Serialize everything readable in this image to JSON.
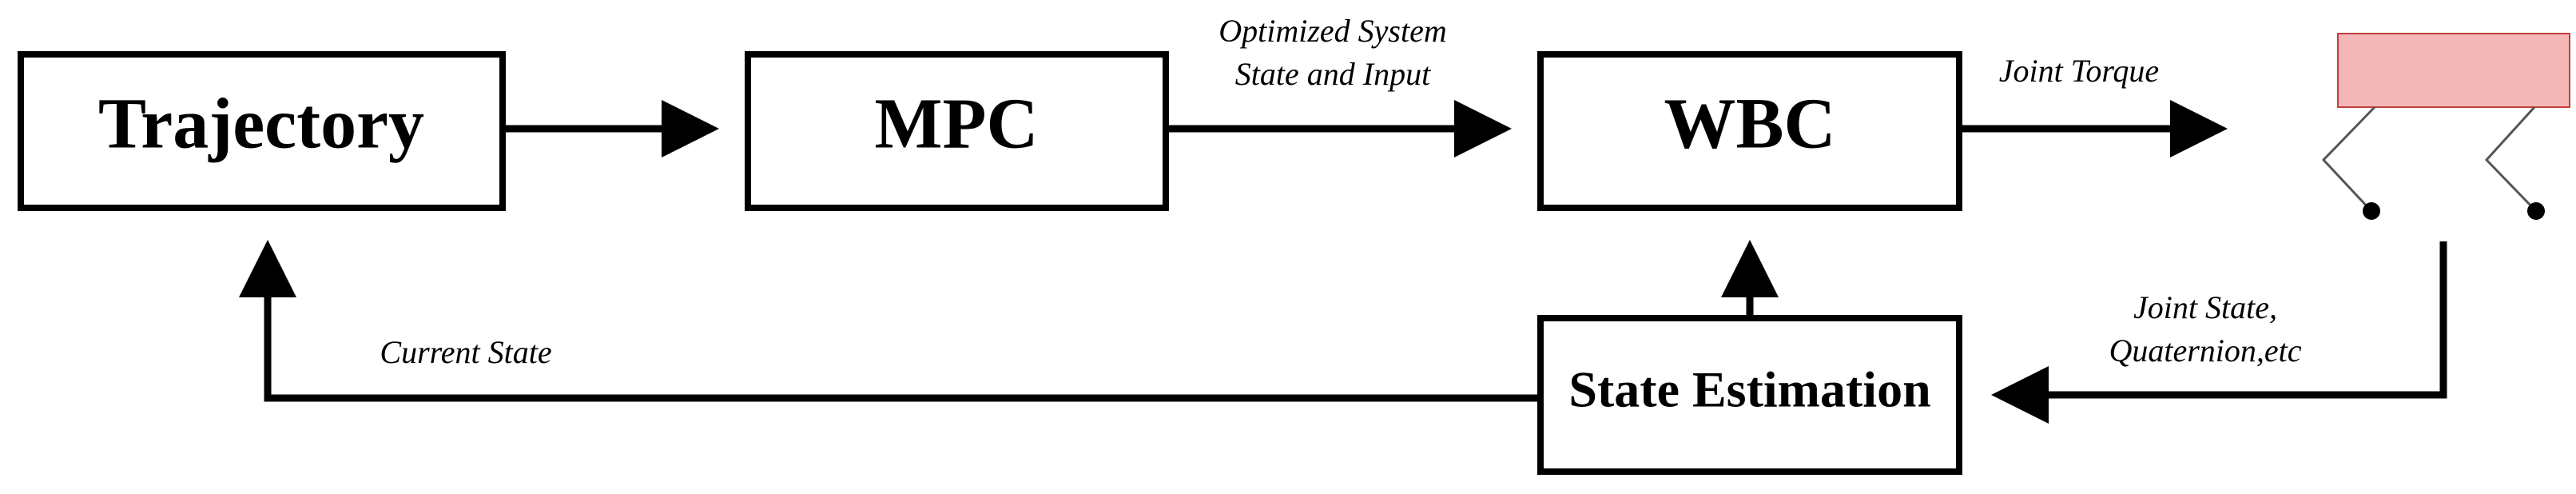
{
  "blocks": {
    "trajectory": "Trajectory",
    "mpc": "MPC",
    "wbc": "WBC",
    "state_estimation": "State Estimation"
  },
  "edge_labels": {
    "optimized_line1": "Optimized System",
    "optimized_line2": "State and Input",
    "joint_torque": "Joint Torque",
    "joint_state_line1": "Joint State,",
    "joint_state_line2": "Quaternion,etc",
    "current_state": "Current State"
  },
  "colors": {
    "stroke": "#000000",
    "robot_body_fill": "#f4b8b8",
    "robot_body_stroke": "#c04040",
    "robot_leg": "#555555"
  },
  "icons": {
    "robot": "legged-robot-icon"
  }
}
